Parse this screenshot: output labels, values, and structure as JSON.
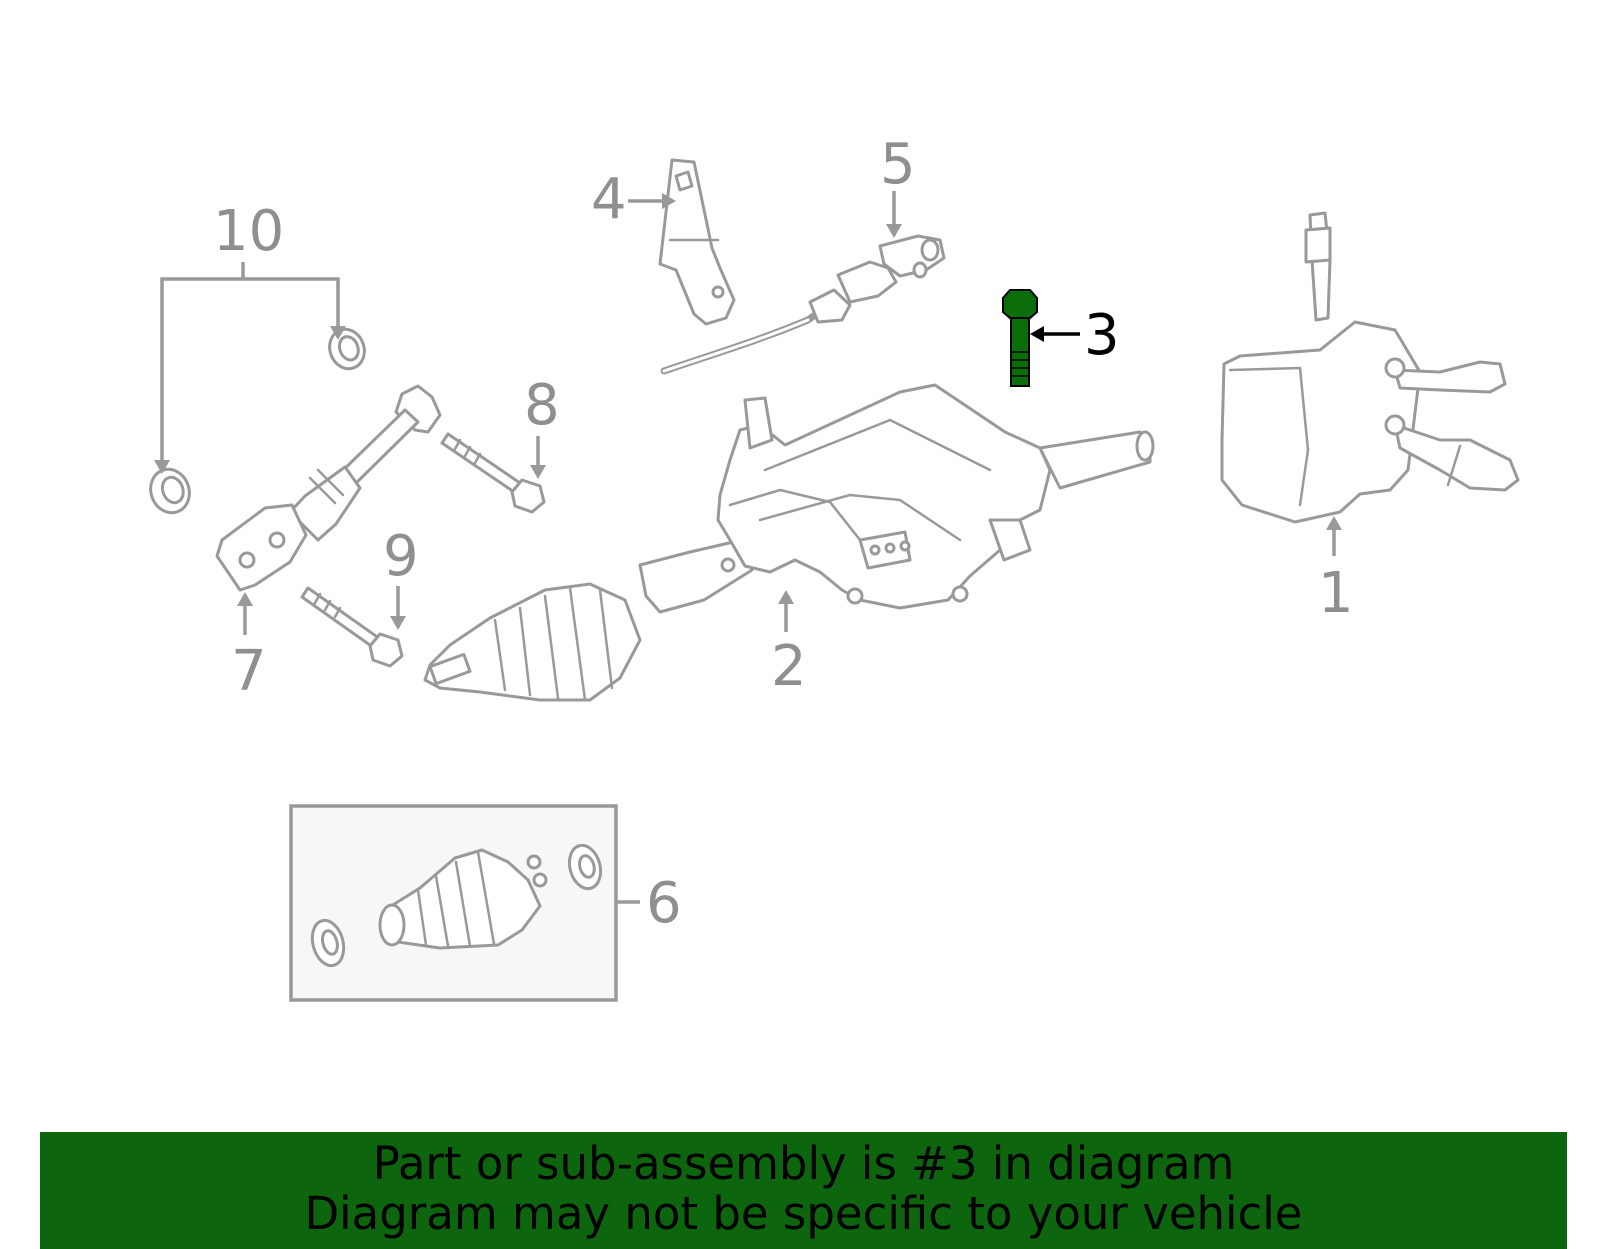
{
  "diagram": {
    "callouts": {
      "c1": "1",
      "c2": "2",
      "c3": "3",
      "c4": "4",
      "c5": "5",
      "c6": "6",
      "c7": "7",
      "c8": "8",
      "c9": "9",
      "c10": "10"
    },
    "highlighted_callout": "3",
    "colors": {
      "highlight_part": "#0b6e0b",
      "line_art": "#999999",
      "callout_text": "#8f8f8f",
      "banner_bg": "#0d650d"
    }
  },
  "banner": {
    "line1": "Part or sub-assembly is #3 in diagram",
    "line2": "Diagram may not be specific to your vehicle"
  }
}
